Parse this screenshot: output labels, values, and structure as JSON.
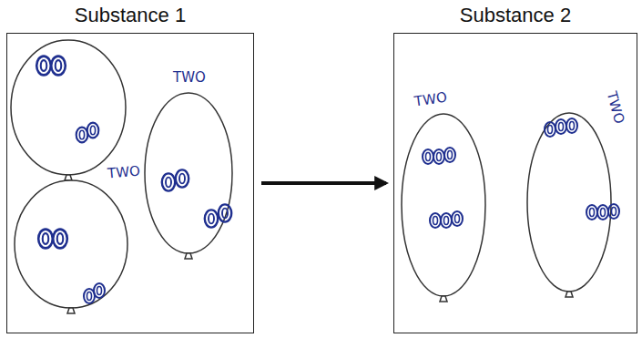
{
  "diagram": {
    "nodes": [
      {
        "text": [
          "Substance 1"
        ]
      },
      {
        "text": [
          "Substance 2"
        ]
      }
    ],
    "edges": [
      {
        "from": 0,
        "to": 1,
        "arrow": "to"
      }
    ],
    "labels": [
      "TWO",
      "TWO",
      "TWO",
      "TWO"
    ]
  }
}
